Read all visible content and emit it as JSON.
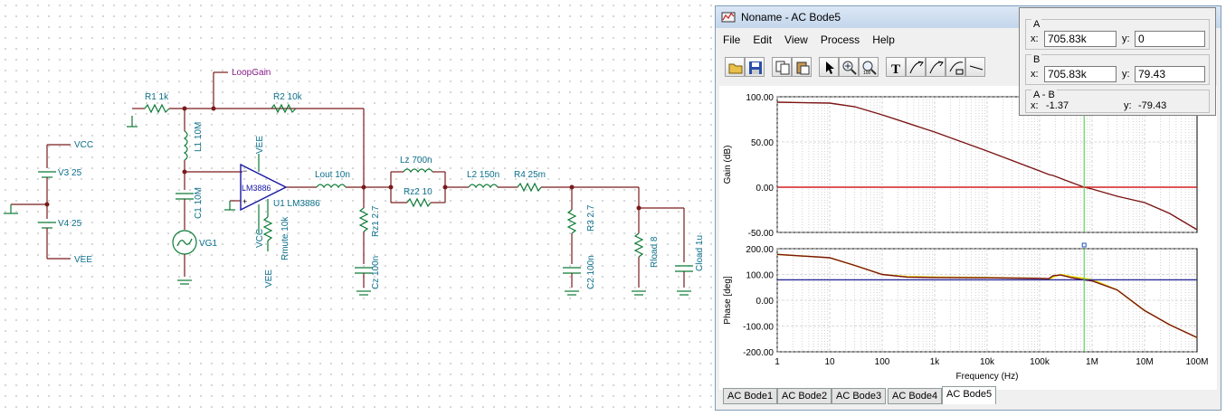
{
  "schematic": {
    "labels": {
      "loopgain": "LoopGain",
      "r1": "R1 1k",
      "r2": "R2 10k",
      "vcc": "VCC",
      "vee": "VEE",
      "v3": "V3 25",
      "v4": "V4 25",
      "l1": "L1 10M",
      "c1": "C1 10M",
      "vg1": "VG1",
      "vee_top": "VEE",
      "vcc_bot": "VCC",
      "vee_bot": "VEE",
      "opamp": "LM3886",
      "u1": "U1 LM3886",
      "rmute": "Rmute 10k",
      "lout": "Lout 10n",
      "rz1": "Rz1 2.7",
      "cz": "Cz 100n",
      "lz": "Lz 700n",
      "rz2": "Rz2 10",
      "l2": "L2 150n",
      "r4": "R4 25m",
      "r3": "R3 2.7",
      "c2": "C2 100n",
      "rload": "Rload 8",
      "cload": "Cload 1u"
    }
  },
  "window": {
    "title": "Noname - AC Bode5",
    "menu": [
      "File",
      "Edit",
      "View",
      "Process",
      "Help"
    ],
    "tabs": [
      "AC Bode1",
      "AC Bode2",
      "AC Bode3",
      "AC Bode4",
      "AC Bode5"
    ],
    "active_tab": "AC Bode5"
  },
  "cursor_panel": {
    "a": {
      "title": "A",
      "x_label": "x:",
      "x_value": "705.83k",
      "y_label": "y:",
      "y_value": "0"
    },
    "b": {
      "title": "B",
      "x_label": "x:",
      "x_value": "705.83k",
      "y_label": "y:",
      "y_value": "79.43"
    },
    "ab": {
      "title": "A - B",
      "x_label": "x:",
      "x_value": "-1.37",
      "y_label": "y:",
      "y_value": "-79.43"
    }
  },
  "chart_data": [
    {
      "type": "line",
      "title": "",
      "xlabel": "Frequency (Hz)",
      "ylabel": "Gain (dB)",
      "xscale": "log",
      "xlim": [
        1,
        100000000
      ],
      "ylim": [
        -50,
        100
      ],
      "yticks": [
        "100.00",
        "50.00",
        "0.00",
        "-50.00"
      ],
      "grid": true,
      "series": [
        {
          "color": "#7b1414",
          "x": [
            1,
            10,
            30,
            100,
            1000,
            10000,
            100000,
            150000,
            180000,
            300000,
            705830,
            1000000,
            3000000,
            10000000,
            30000000,
            100000000
          ],
          "y": [
            94,
            93,
            89,
            80,
            61,
            40,
            18,
            14,
            13,
            8,
            0,
            -2,
            -10,
            -17,
            -29,
            -47
          ]
        },
        {
          "color": "#d42020",
          "x": [
            1,
            100000000
          ],
          "y": [
            0,
            0
          ]
        }
      ],
      "cursor_x": 705830
    },
    {
      "type": "line",
      "title": "",
      "xlabel": "Frequency (Hz)",
      "ylabel": "Phase [deg]",
      "xscale": "log",
      "xlim": [
        1,
        100000000
      ],
      "ylim": [
        -200,
        200
      ],
      "yticks": [
        "200.00",
        "100.00",
        "0.00",
        "-100.00",
        "-200.00"
      ],
      "xticks": [
        "1",
        "10",
        "100",
        "1k",
        "10k",
        "100k",
        "1M",
        "10M",
        "100M"
      ],
      "grid": true,
      "series": [
        {
          "color": "#e8e000",
          "x": [
            1,
            10,
            30,
            100,
            300,
            1000,
            10000,
            100000,
            150000,
            180000,
            250000,
            400000,
            705830,
            1000000,
            3000000,
            10000000,
            30000000,
            100000000
          ],
          "y": [
            178,
            165,
            135,
            100,
            92,
            90,
            88,
            85,
            80,
            90,
            100,
            92,
            85,
            80,
            40,
            -40,
            -95,
            -145
          ]
        },
        {
          "color": "#7b1414",
          "x": [
            1,
            10,
            30,
            100,
            300,
            1000,
            10000,
            100000,
            150000,
            180000,
            250000,
            400000,
            705830,
            1000000,
            3000000,
            10000000,
            30000000,
            100000000
          ],
          "y": [
            178,
            165,
            135,
            100,
            90,
            88,
            87,
            85,
            84,
            95,
            98,
            88,
            79,
            75,
            40,
            -40,
            -95,
            -145
          ]
        },
        {
          "color": "#2a2a9a",
          "x": [
            1,
            100000000
          ],
          "y": [
            79.43,
            79.43
          ]
        }
      ],
      "cursor_x": 705830
    }
  ]
}
